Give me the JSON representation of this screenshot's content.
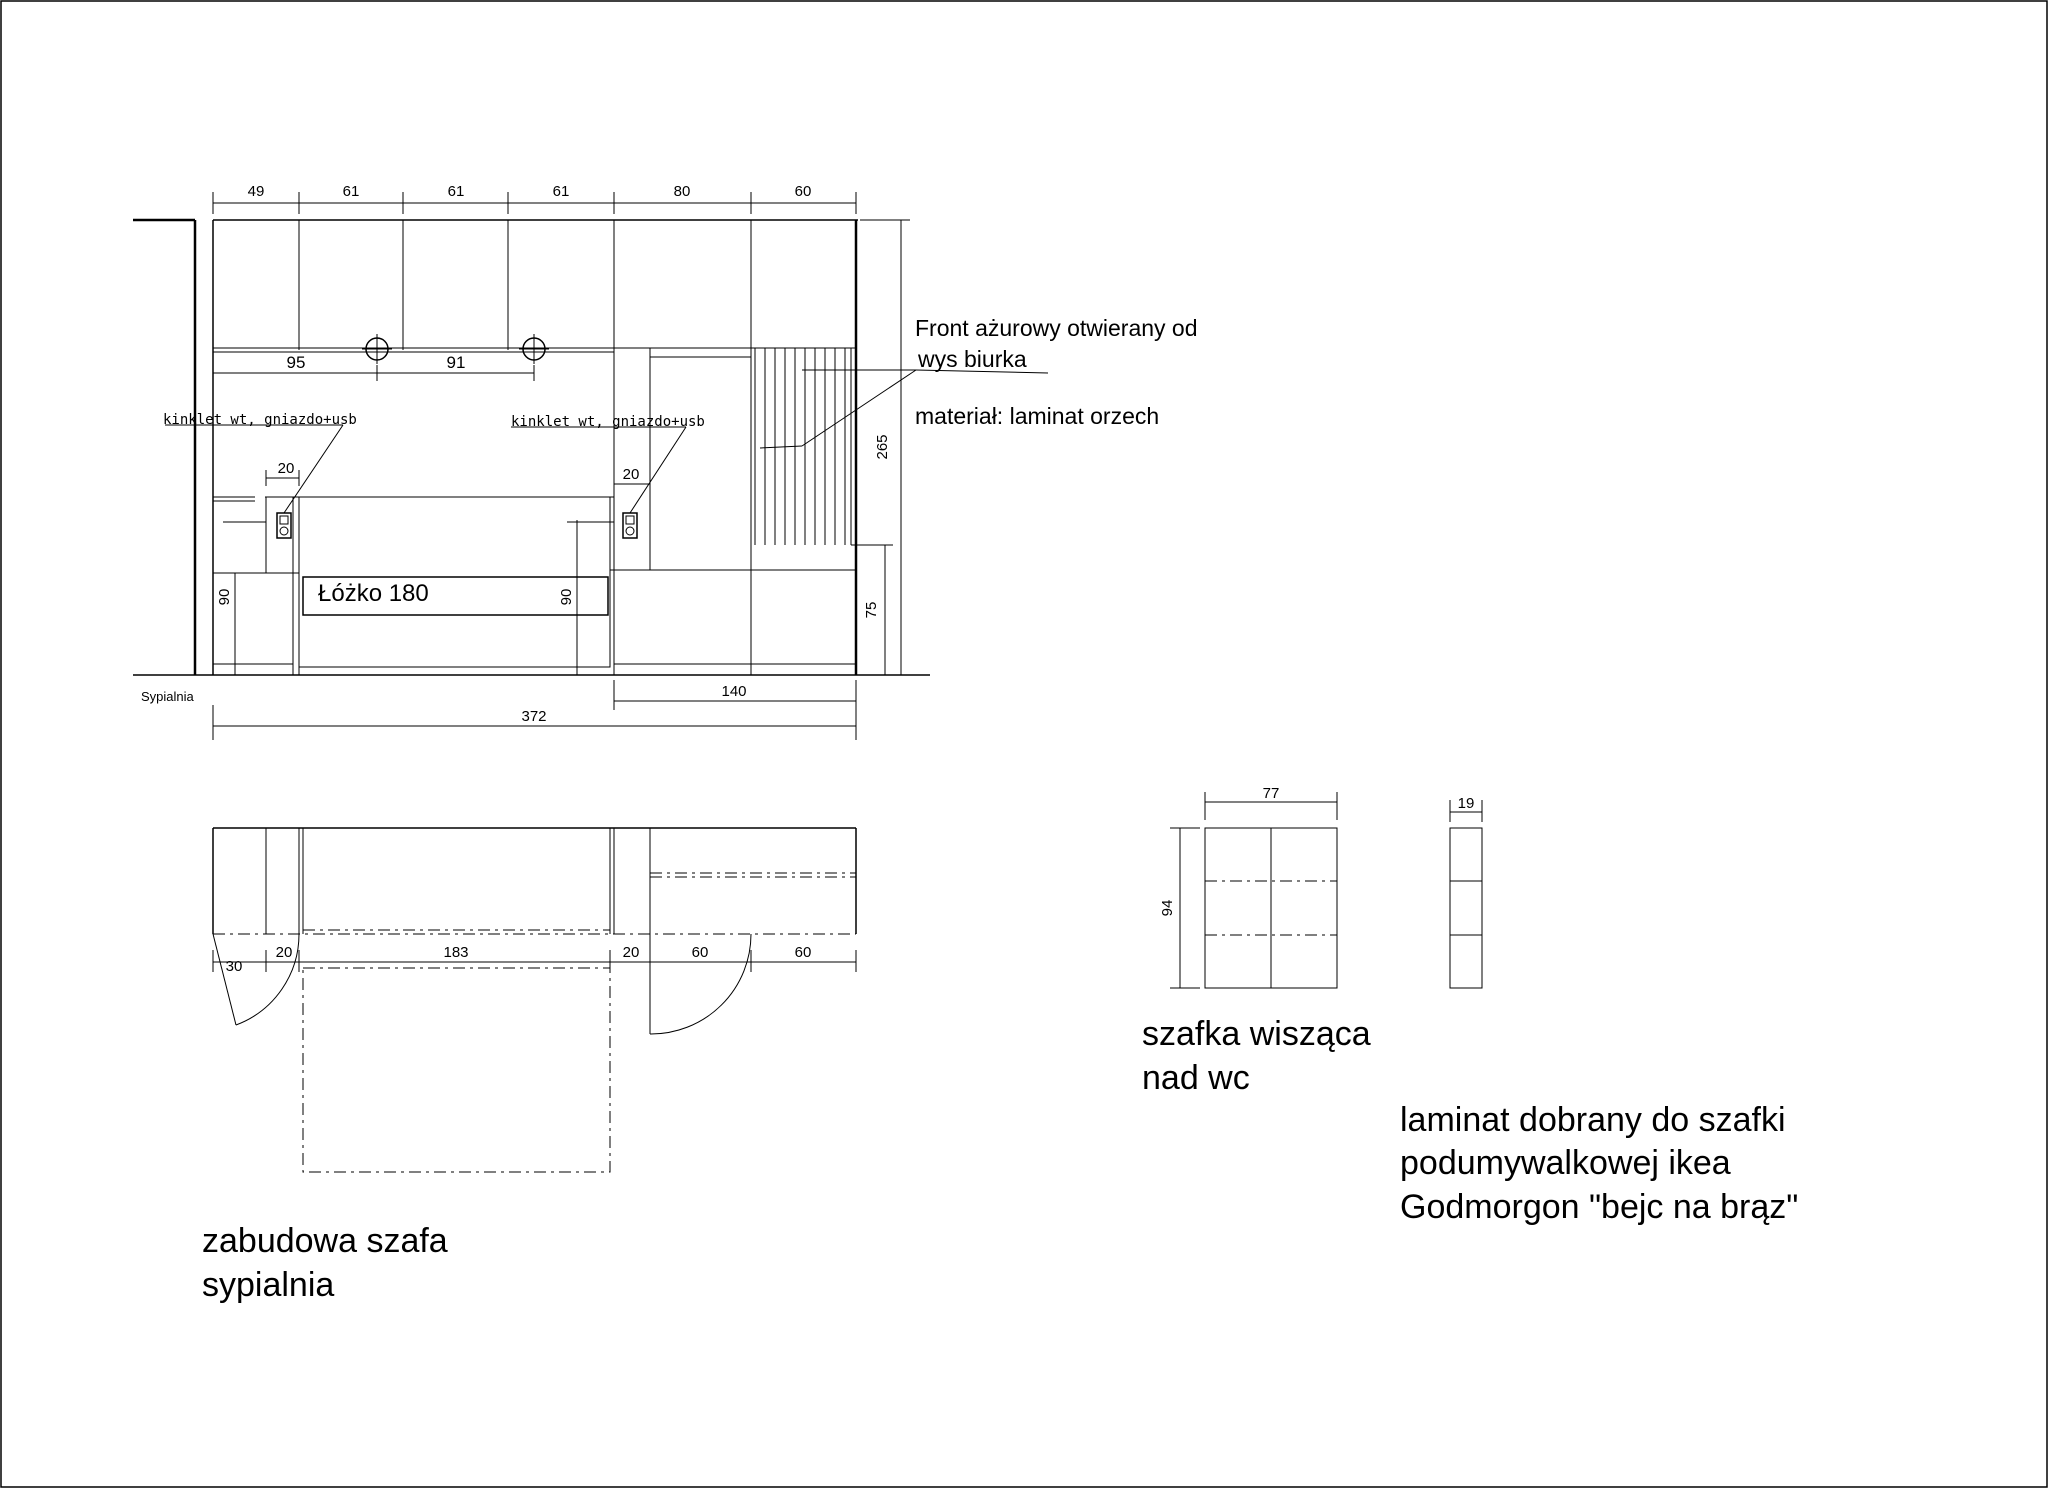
{
  "elevation": {
    "room_label": "Sypialnia",
    "top_dims": [
      "49",
      "61",
      "61",
      "61",
      "80",
      "60"
    ],
    "socket_dims": [
      "95",
      "91"
    ],
    "side_dims": [
      "20",
      "20"
    ],
    "height_dims": [
      "90",
      "90",
      "265",
      "75"
    ],
    "bottom_dims": [
      "140",
      "372"
    ],
    "bed_label": "Łóżko 180",
    "kinklet_left": "kinklet wt, gniazdo+usb",
    "kinklet_right": "kinklet wt, gniazdo+usb"
  },
  "notes": {
    "front_line1": "Front ażurowy otwierany od",
    "front_line2": "wys biurka",
    "material": "materiał: laminat orzech"
  },
  "plan": {
    "dims": [
      "30",
      "20",
      "183",
      "20",
      "60",
      "60"
    ],
    "title_line1": "zabudowa szafa",
    "title_line2": "sypialnia"
  },
  "cabinet": {
    "width_dim": "77",
    "height_dim": "94",
    "depth_dim": "19",
    "title_line1": "szafka wisząca",
    "title_line2": "nad wc"
  },
  "laminate_note": {
    "line1": "laminat dobrany do szafki",
    "line2": "podumywalkowej ikea",
    "line3": "Godmorgon  \"bejc na brąz\""
  }
}
